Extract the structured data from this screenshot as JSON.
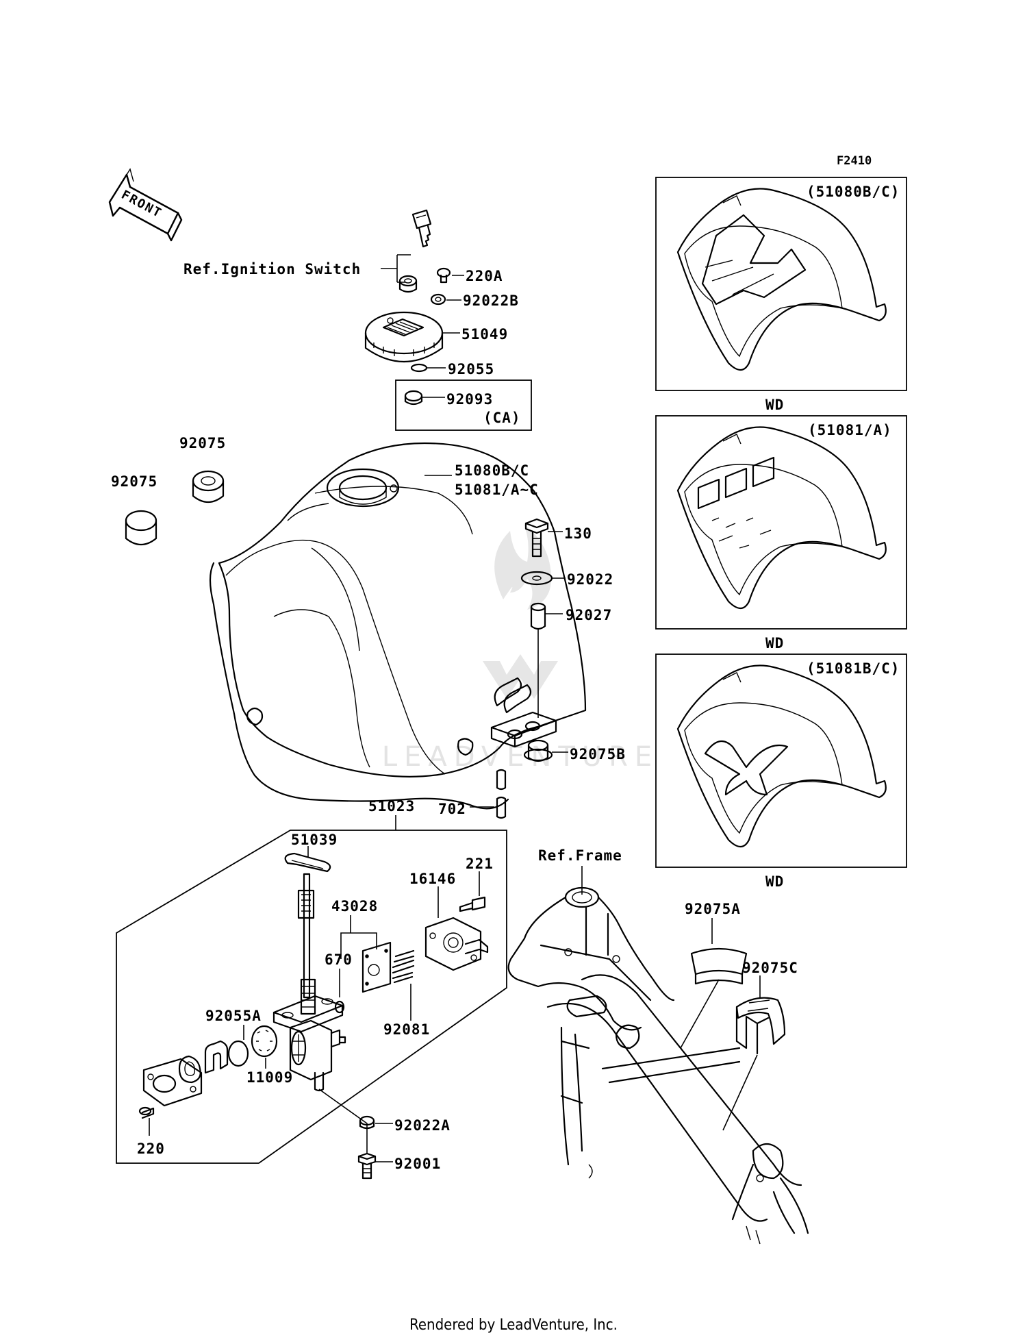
{
  "figure_code": "F2410",
  "front_arrow": "FRONT",
  "references": {
    "ignition": "Ref.Ignition Switch",
    "frame": "Ref.Frame"
  },
  "inset_boxes": [
    {
      "title": "(51080B/C)",
      "caption": "WD"
    },
    {
      "title": "(51081/A)",
      "caption": "WD"
    },
    {
      "title": "(51081B/C)",
      "caption": "WD"
    }
  ],
  "ca_box": {
    "part": "92093",
    "note": "(CA)"
  },
  "assembly_51023": "51023",
  "part_labels": {
    "p220A": "220A",
    "p92022B": "92022B",
    "p51049": "51049",
    "p92055": "92055",
    "p92075a": "92075",
    "p92075b": "92075",
    "p51080": "51080B/C",
    "p51081": "51081/A~C",
    "p130": "130",
    "p92022": "92022",
    "p92027": "92027",
    "p92075B": "92075B",
    "p702": "702",
    "p51039": "51039",
    "p221": "221",
    "p16146": "16146",
    "p43028": "43028",
    "p670": "670",
    "p92081": "92081",
    "p92055A": "92055A",
    "p11009": "11009",
    "p220": "220",
    "p92022A": "92022A",
    "p92001": "92001",
    "p92075A": "92075A",
    "p92075C": "92075C"
  },
  "watermark": "LEADVENTURE",
  "footer": "Rendered by LeadVenture, Inc."
}
